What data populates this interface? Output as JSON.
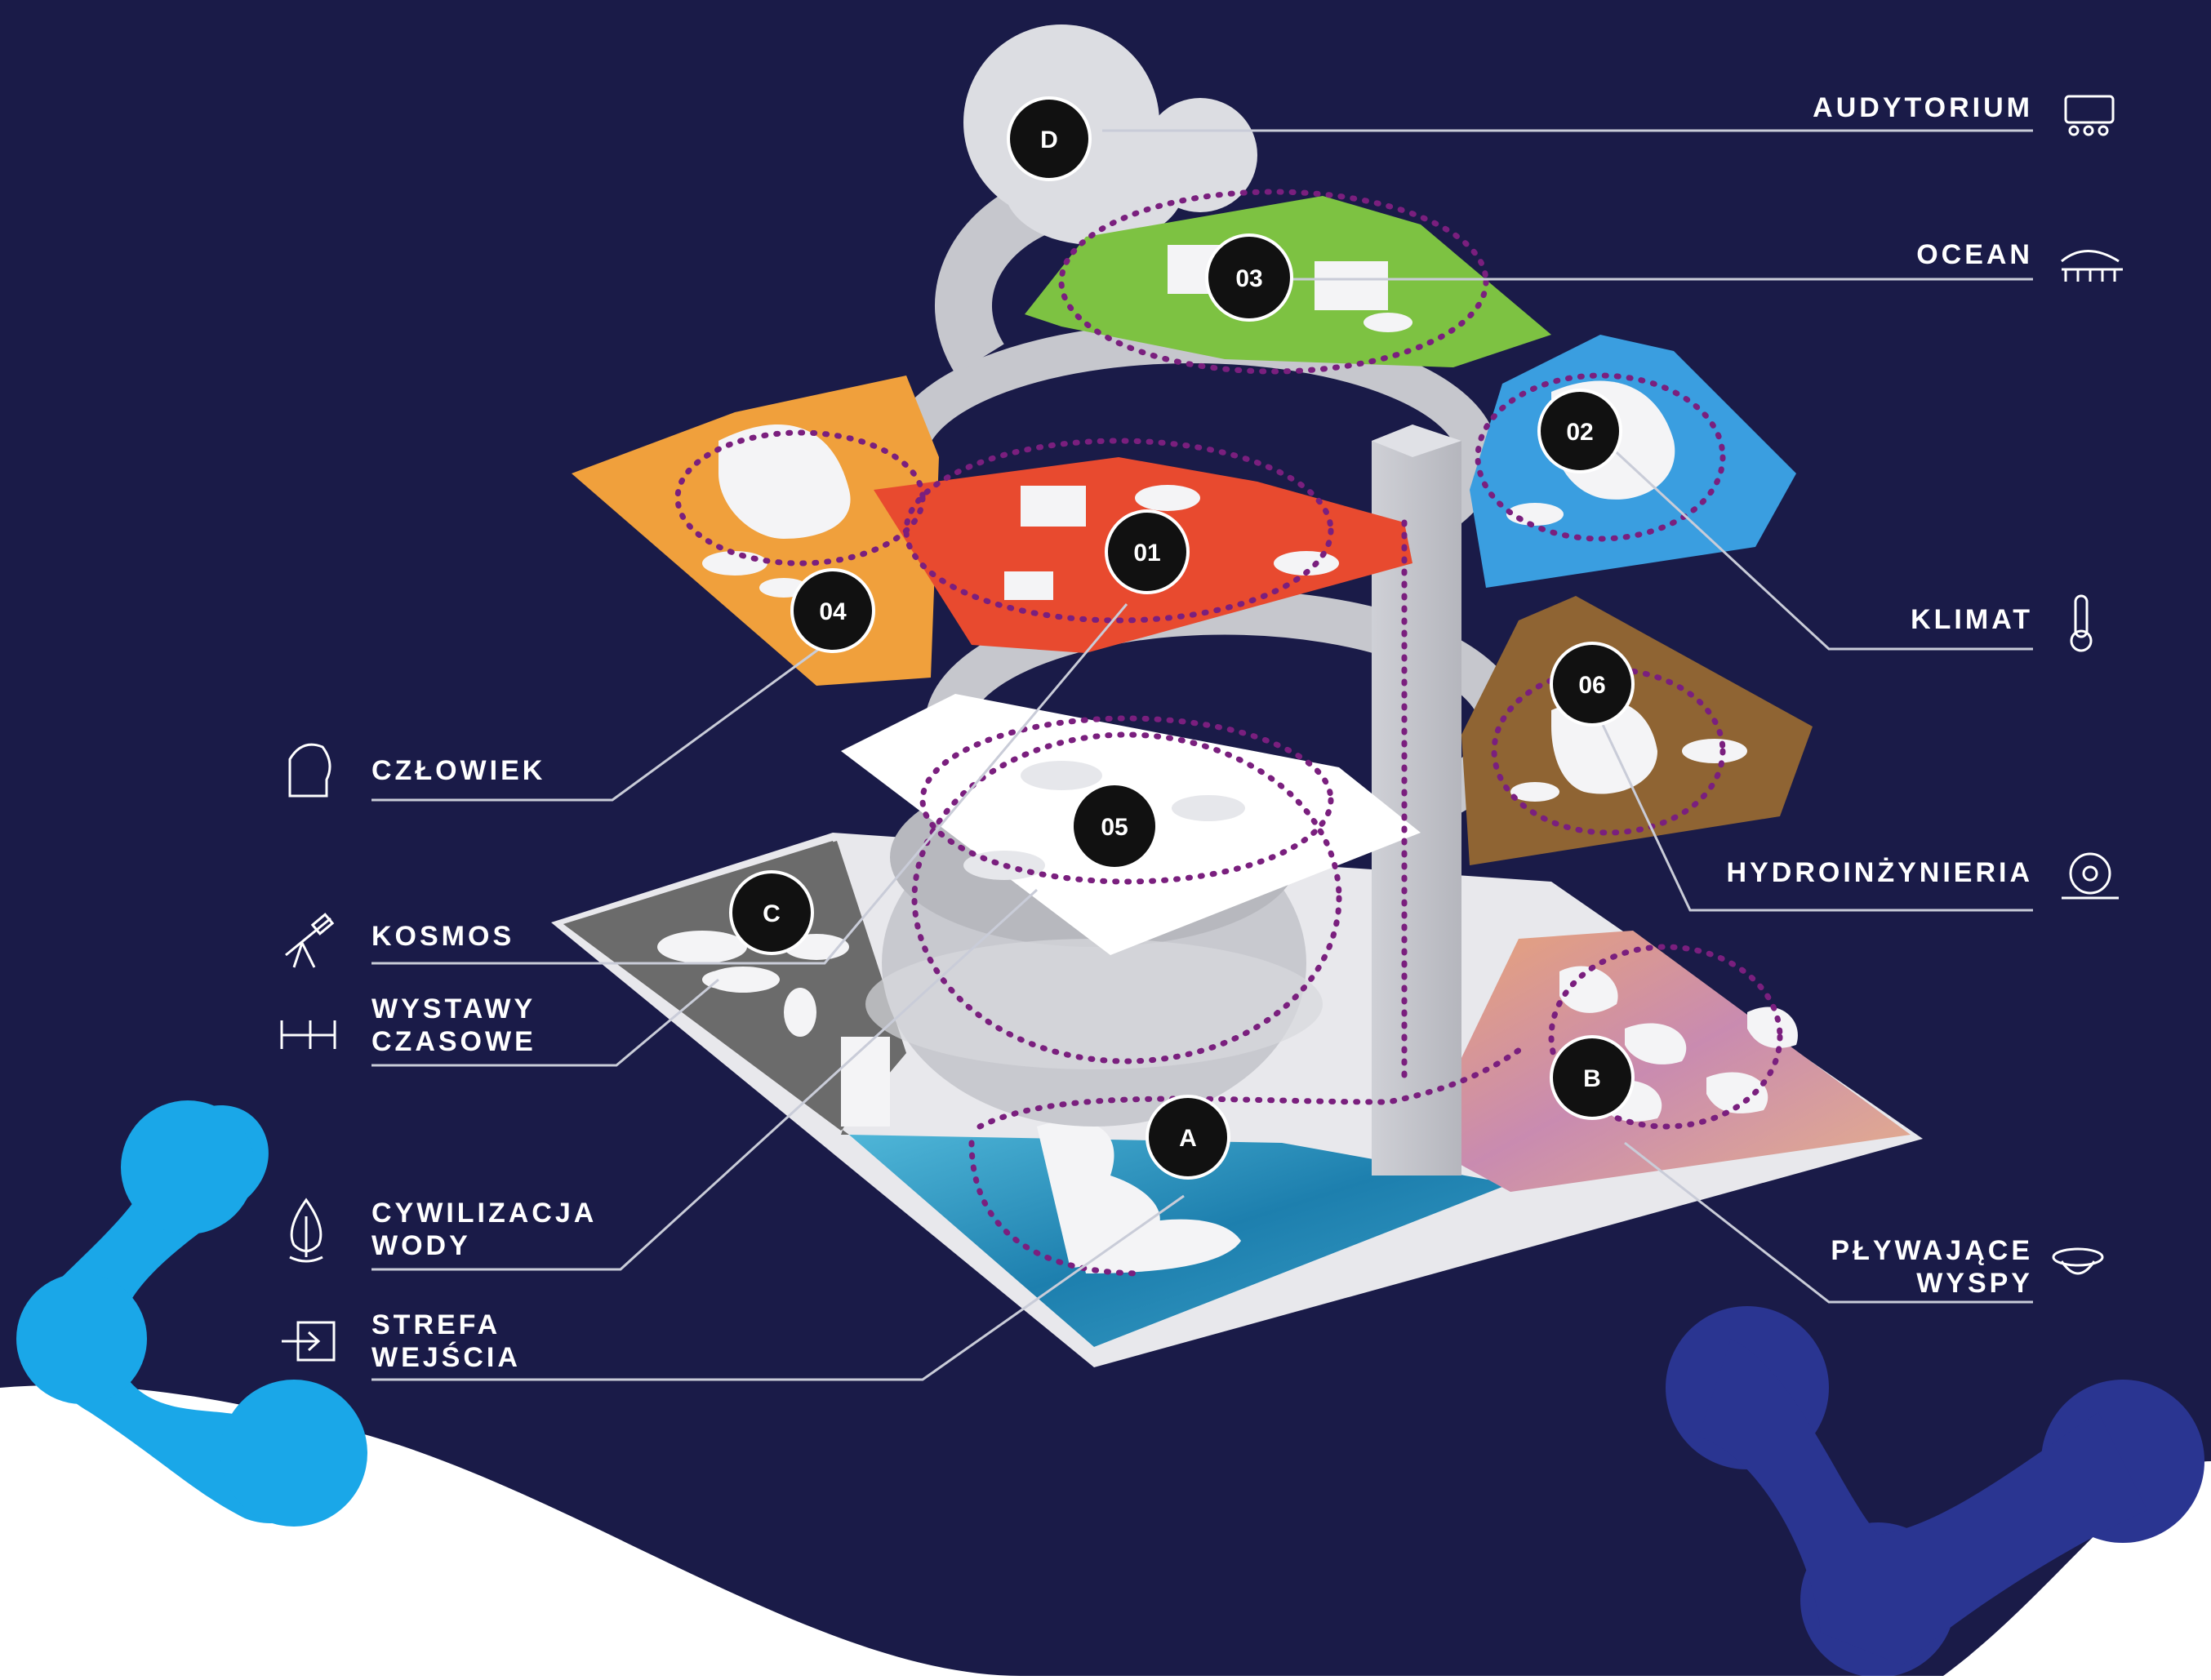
{
  "colors": {
    "background": "#1a1b48",
    "zone_01": "#e84a2f",
    "zone_02": "#3a9ee0",
    "zone_03": "#7dc242",
    "zone_04": "#f0a03c",
    "zone_05": "#ffffff",
    "zone_06": "#8f6433",
    "zone_C": "#6b6b6b",
    "route": "#7a1f7e",
    "accent_light_blue": "#1aa7e8",
    "accent_dark_blue": "#2a3591"
  },
  "markers": {
    "d": "D",
    "z03": "03",
    "z02": "02",
    "z01": "01",
    "z04": "04",
    "z06": "06",
    "z05": "05",
    "c": "C",
    "b": "B",
    "a": "A"
  },
  "labels": {
    "audytorium": "Audytorium",
    "ocean": "Ocean",
    "klimat": "Klimat",
    "hydroinzynieria": "Hydroinżynieria",
    "plywajace_wyspy_1": "Pływające",
    "plywajace_wyspy_2": "Wyspy",
    "czlowiek": "Człowiek",
    "kosmos": "Kosmos",
    "wystawy_1": "Wystawy",
    "wystawy_2": "Czasowe",
    "cywilizacja_1": "Cywilizacja",
    "cywilizacja_2": "Wody",
    "strefa_1": "Strefa",
    "strefa_2": "wejścia"
  },
  "icons": {
    "audytorium": "auditorium-icon",
    "ocean": "ocean-icon",
    "klimat": "thermometer-icon",
    "hydroinzynieria": "water-wheel-icon",
    "plywajace_wyspy": "floating-island-icon",
    "czlowiek": "head-icon",
    "kosmos": "telescope-icon",
    "wystawy": "exhibition-rail-icon",
    "cywilizacja": "water-drop-leaf-icon",
    "strefa": "entrance-icon"
  }
}
